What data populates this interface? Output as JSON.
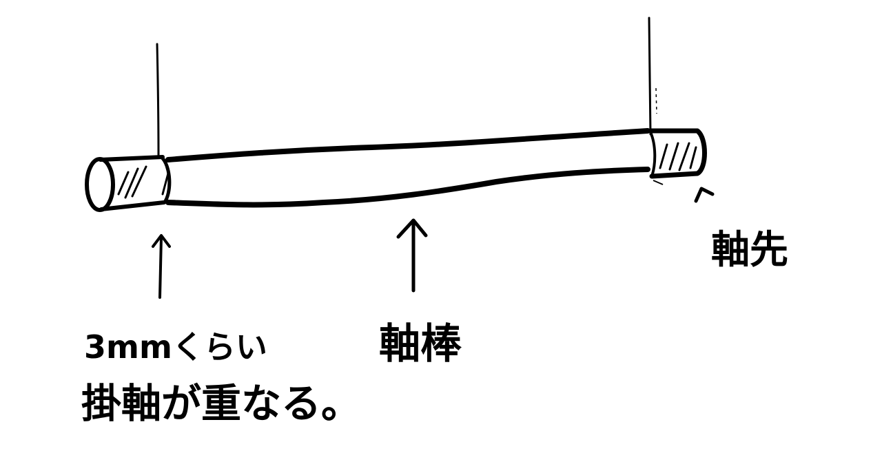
{
  "labels": {
    "overlap_line1": "3mmくらい",
    "overlap_line2": "掛軸が重なる。",
    "rod": "軸棒",
    "tip": "軸先"
  },
  "colors": {
    "ink": "#000000",
    "paper": "#ffffff"
  }
}
